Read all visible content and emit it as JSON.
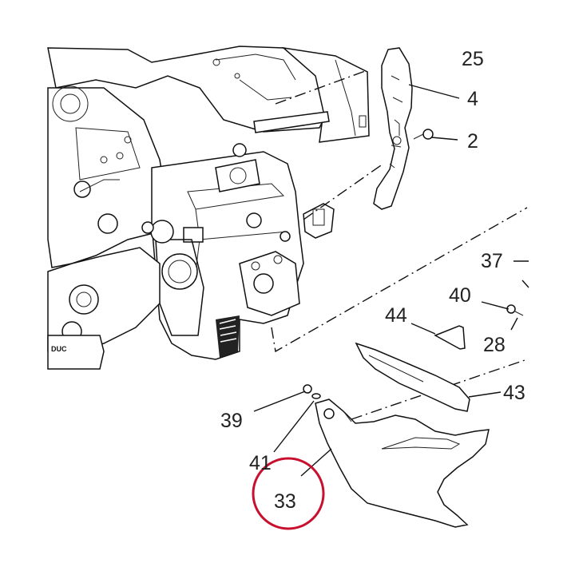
{
  "diagram": {
    "callouts": [
      {
        "id": "c25",
        "label": "25"
      },
      {
        "id": "c4",
        "label": "4"
      },
      {
        "id": "c2",
        "label": "2"
      },
      {
        "id": "c37",
        "label": "37"
      },
      {
        "id": "c40",
        "label": "40"
      },
      {
        "id": "c28",
        "label": "28"
      },
      {
        "id": "c44",
        "label": "44"
      },
      {
        "id": "c43",
        "label": "43"
      },
      {
        "id": "c39",
        "label": "39"
      },
      {
        "id": "c41",
        "label": "41"
      },
      {
        "id": "c33",
        "label": "33"
      }
    ],
    "engine_marking": "DUC",
    "highlight_color": "#c8102e",
    "line_color": "#111111"
  }
}
